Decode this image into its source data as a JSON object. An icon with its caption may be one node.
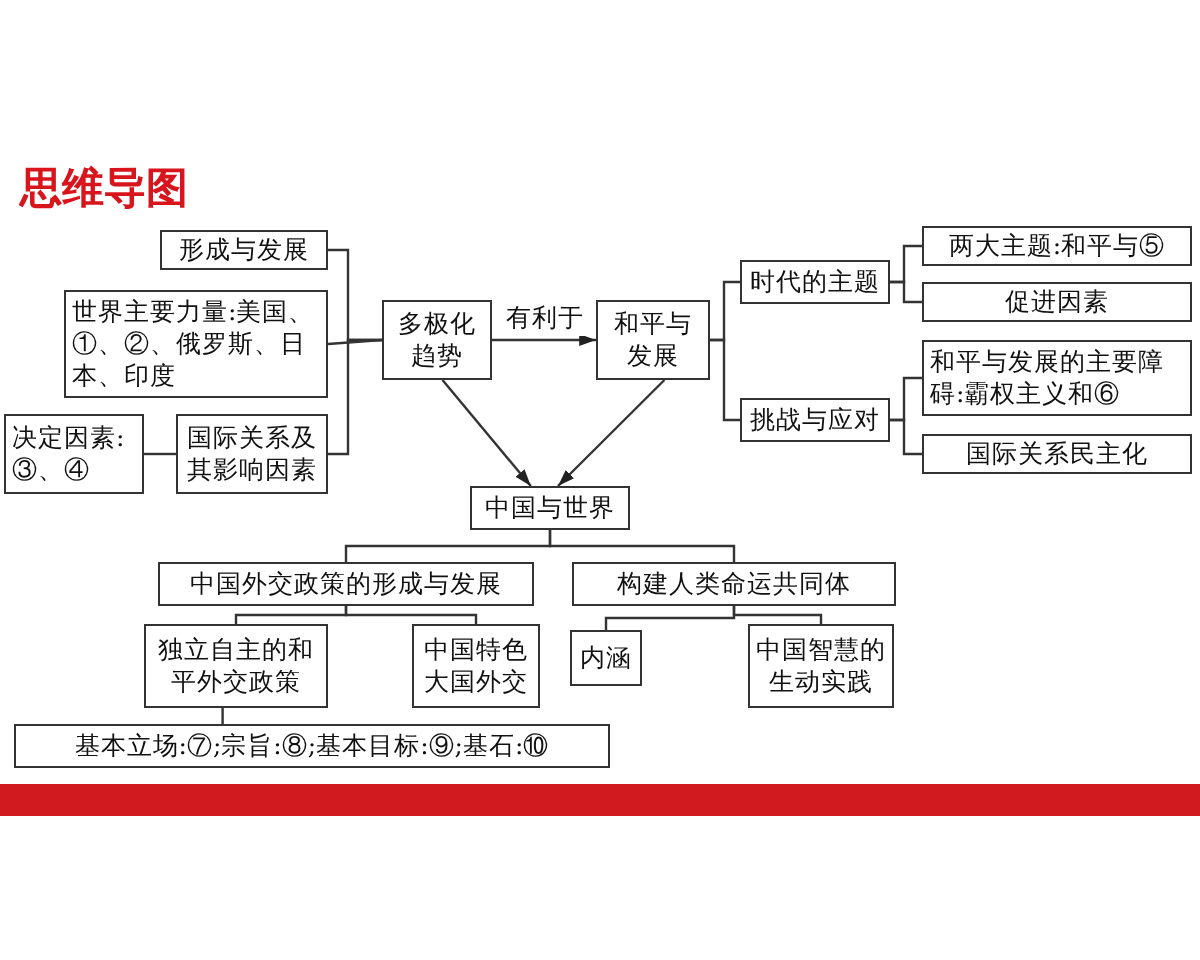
{
  "diagram": {
    "title": "思维导图",
    "nodes": [
      {
        "text": [
          "形成与发展"
        ]
      },
      {
        "text": [
          "世界主要力量:美国、①、②、俄罗斯、日本、印度"
        ]
      },
      {
        "text": [
          "决定因素:③、④"
        ]
      },
      {
        "text": [
          "国际关系及其影响因素"
        ]
      },
      {
        "text": [
          "多极化趋势"
        ]
      },
      {
        "text": [
          "和平与发展"
        ]
      },
      {
        "text": [
          "时代的主题"
        ]
      },
      {
        "text": [
          "挑战与应对"
        ]
      },
      {
        "text": [
          "两大主题:和平与⑤"
        ]
      },
      {
        "text": [
          "促进因素"
        ]
      },
      {
        "text": [
          "和平与发展的主要障碍:霸权主义和⑥"
        ]
      },
      {
        "text": [
          "国际关系民主化"
        ]
      },
      {
        "text": [
          "中国与世界"
        ]
      },
      {
        "text": [
          "中国外交政策的形成与发展"
        ]
      },
      {
        "text": [
          "构建人类命运共同体"
        ]
      },
      {
        "text": [
          "独立自主的和平外交政策"
        ]
      },
      {
        "text": [
          "中国特色大国外交"
        ]
      },
      {
        "text": [
          "内涵"
        ]
      },
      {
        "text": [
          "中国智慧的生动实践"
        ]
      },
      {
        "text": [
          "基本立场:⑦;宗旨:⑧;基本目标:⑨;基石:⑩"
        ]
      }
    ],
    "edges": [
      {
        "from": 4,
        "to": 0,
        "arrow": "none"
      },
      {
        "from": 4,
        "to": 1,
        "arrow": "none"
      },
      {
        "from": 4,
        "to": 3,
        "arrow": "none"
      },
      {
        "from": 3,
        "to": 2,
        "arrow": "none"
      },
      {
        "from": 4,
        "to": 5,
        "arrow": "to",
        "label": "有利于"
      },
      {
        "from": 4,
        "to": 12,
        "arrow": "to"
      },
      {
        "from": 5,
        "to": 12,
        "arrow": "to"
      },
      {
        "from": 5,
        "to": 6,
        "arrow": "none"
      },
      {
        "from": 5,
        "to": 7,
        "arrow": "none"
      },
      {
        "from": 6,
        "to": 8,
        "arrow": "none"
      },
      {
        "from": 6,
        "to": 9,
        "arrow": "none"
      },
      {
        "from": 7,
        "to": 10,
        "arrow": "none"
      },
      {
        "from": 7,
        "to": 11,
        "arrow": "none"
      },
      {
        "from": 12,
        "to": 13,
        "arrow": "none"
      },
      {
        "from": 12,
        "to": 14,
        "arrow": "none"
      },
      {
        "from": 13,
        "to": 15,
        "arrow": "none"
      },
      {
        "from": 13,
        "to": 16,
        "arrow": "none"
      },
      {
        "from": 14,
        "to": 17,
        "arrow": "none"
      },
      {
        "from": 14,
        "to": 18,
        "arrow": "none"
      },
      {
        "from": 15,
        "to": 19,
        "arrow": "none"
      }
    ]
  }
}
